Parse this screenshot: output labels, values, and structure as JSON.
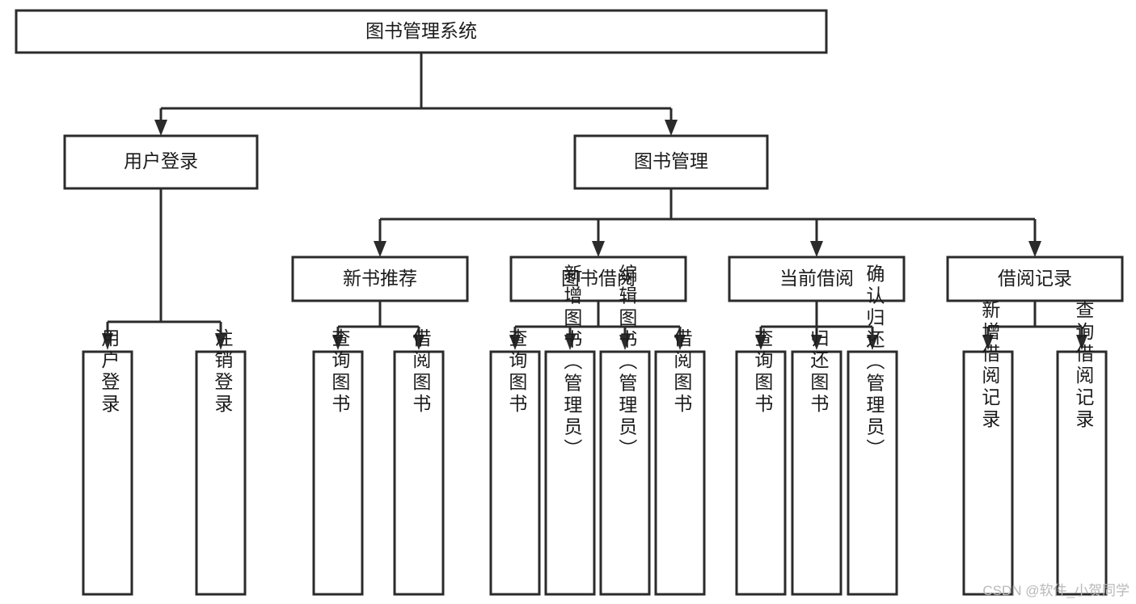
{
  "diagram": {
    "title": "图书管理系统",
    "type": "tree",
    "watermark": "CSDN @软件_小贺同学",
    "levels": {
      "root": {
        "label": "图书管理系统",
        "orientation": "horizontal"
      },
      "level2": [
        {
          "label": "用户登录",
          "orientation": "horizontal"
        },
        {
          "label": "图书管理",
          "orientation": "horizontal"
        }
      ],
      "level3": [
        {
          "label": "新书推荐",
          "orientation": "horizontal",
          "parent": "图书管理"
        },
        {
          "label": "图书借阅",
          "orientation": "horizontal",
          "parent": "图书管理"
        },
        {
          "label": "当前借阅",
          "orientation": "horizontal",
          "parent": "图书管理"
        },
        {
          "label": "借阅记录",
          "orientation": "horizontal",
          "parent": "图书管理"
        }
      ],
      "leaves": [
        {
          "label": "用户登录",
          "orientation": "vertical",
          "parent": "用户登录"
        },
        {
          "label": "注销登录",
          "orientation": "vertical",
          "parent": "用户登录"
        },
        {
          "label": "查询图书",
          "orientation": "vertical",
          "parent": "新书推荐"
        },
        {
          "label": "借阅图书",
          "orientation": "vertical",
          "parent": "新书推荐"
        },
        {
          "label": "查询图书",
          "orientation": "vertical",
          "parent": "图书借阅"
        },
        {
          "label": "新增图书（管理员）",
          "orientation": "vertical",
          "parent": "图书借阅"
        },
        {
          "label": "编辑图书（管理员）",
          "orientation": "vertical",
          "parent": "图书借阅"
        },
        {
          "label": "借阅图书",
          "orientation": "vertical",
          "parent": "图书借阅"
        },
        {
          "label": "查询图书",
          "orientation": "vertical",
          "parent": "当前借阅"
        },
        {
          "label": "归还图书",
          "orientation": "vertical",
          "parent": "当前借阅"
        },
        {
          "label": "确认归还（管理员）",
          "orientation": "vertical",
          "parent": "当前借阅"
        },
        {
          "label": "新增借阅记录",
          "orientation": "vertical",
          "parent": "借阅记录"
        },
        {
          "label": "查询借阅记录",
          "orientation": "vertical",
          "parent": "借阅记录"
        }
      ]
    },
    "colors": {
      "box_stroke": "#2b2b2b",
      "box_fill": "#ffffff",
      "text": "#1b1b1b",
      "connector": "#2b2b2b",
      "watermark": "#b9b9b9",
      "background": "#ffffff"
    }
  }
}
